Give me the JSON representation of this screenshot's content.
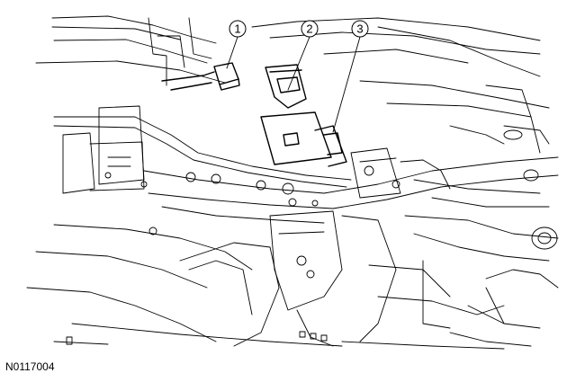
{
  "diagram": {
    "callouts": [
      {
        "id": "1",
        "label": "1"
      },
      {
        "id": "2",
        "label": "2"
      },
      {
        "id": "3",
        "label": "3"
      }
    ],
    "figure_code": "N0117004"
  },
  "colors": {
    "line": "#000000",
    "background": "#ffffff"
  }
}
